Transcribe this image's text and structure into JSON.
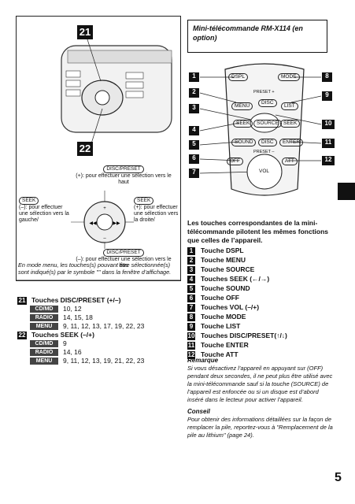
{
  "illustration": {
    "top_badge": "21",
    "mid_badge": "22",
    "preset_pill": "DISC/PRESET",
    "preset_up": "(+): pour effectuer une sélection vers le haut",
    "seek_left_pill": "SEEK",
    "seek_left_text": "(–): pour effectuer une sélection vers la gauche/",
    "seek_right_pill": "SEEK",
    "seek_right_text": "(+): pour effectuer une sélection vers la droite/",
    "preset_down_pill": "DISC/PRESET",
    "preset_down": "(–): pour effectuer une sélection vers le bas",
    "caption": "En mode menu, les touches(s) pouvant être sélectionnée(s) sont indiqué(s) par le symbole \"\" dans la fenêtre d’affichage."
  },
  "left_list": {
    "item21_num": "21",
    "item21_title": "Touches DISC/PRESET (+/–)",
    "item21_rows": [
      {
        "badge": "CD/MD",
        "values": "10, 12"
      },
      {
        "badge": "RADIO",
        "values": "14, 15, 18"
      },
      {
        "badge": "MENU",
        "values": "9, 11, 12, 13, 17, 19, 22, 23"
      }
    ],
    "item22_num": "22",
    "item22_title": "Touches SEEK (–/+)",
    "item22_rows": [
      {
        "badge": "CD/MD",
        "values": "9"
      },
      {
        "badge": "RADIO",
        "values": "14, 16"
      },
      {
        "badge": "MENU",
        "values": "9, 11, 12, 13, 19, 21, 22, 23"
      }
    ]
  },
  "right": {
    "title": "Mini-télécommande RM-X114 (en option)",
    "remote_buttons": {
      "dspl": "DSPL",
      "mode": "MODE",
      "menu": "MENU",
      "list": "LIST",
      "source": "SOURCE",
      "sound": "SOUND",
      "enter": "ENTER",
      "off": "OFF",
      "vol": "VOL",
      "att": "ATT",
      "disc_up": "DISC",
      "disc_down": "DISC",
      "preset_plus": "PRESET +",
      "preset_minus": "PRESET –",
      "seek_l": "SEEK",
      "seek_r": "SEEK"
    },
    "callouts": [
      "1",
      "2",
      "3",
      "4",
      "5",
      "6",
      "7",
      "8",
      "9",
      "10",
      "11",
      "12"
    ],
    "intro": "Les touches correspondantes de la mini-télécommande pilotent les mêmes fonctions que celles de l’appareil.",
    "keys": [
      {
        "num": "1",
        "label": "Touche DSPL"
      },
      {
        "num": "2",
        "label": "Touche MENU"
      },
      {
        "num": "3",
        "label": "Touche SOURCE"
      },
      {
        "num": "4",
        "label": "Touches SEEK (←/→)"
      },
      {
        "num": "5",
        "label": "Touche SOUND"
      },
      {
        "num": "6",
        "label": "Touche OFF"
      },
      {
        "num": "7",
        "label": "Touches VOL (–/+)"
      },
      {
        "num": "8",
        "label": "Touche MODE"
      },
      {
        "num": "9",
        "label": "Touche LIST"
      },
      {
        "num": "10",
        "label": "Touches DISC/PRESET(↑/↓)"
      },
      {
        "num": "11",
        "label": "Touche ENTER"
      },
      {
        "num": "12",
        "label": "Touche ATT"
      }
    ],
    "remark_head": "Remarque",
    "remark_text": "Si vous désactivez l’appareil en appuyant sur (OFF) pendant deux secondes, il ne peut plus être utilisé avec la mini-télécommande sauf si la touche (SOURCE) de l’appareil est enfoncée ou si un disque est d’abord inséré dans le lecteur pour activer l’appareil.",
    "tip_head": "Conseil",
    "tip_text": "Pour obtenir des informations détaillées sur la façon de remplacer la pile, reportez-vous à \"Remplacement de la pile au lithium\" (page 24)."
  },
  "page_number": "5"
}
